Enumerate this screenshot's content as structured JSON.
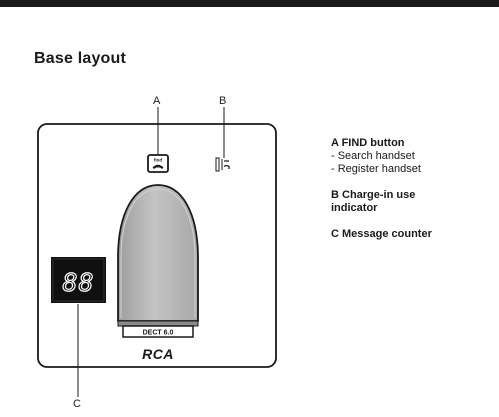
{
  "header": {
    "title": "Base layout"
  },
  "callouts": {
    "a": "A",
    "b": "B",
    "c": "C"
  },
  "device": {
    "find_button_label": "find",
    "counter_display": "88",
    "cradle_label": "DECT 6.0",
    "brand": "RCA"
  },
  "legend": {
    "a": {
      "title": "A  FIND button",
      "items": [
        "- Search handset",
        "- Register handset"
      ]
    },
    "b": {
      "title_line1": "B  Charge-in use",
      "title_line2": "indicator"
    },
    "c": {
      "title": "C Message counter"
    }
  },
  "colors": {
    "ink": "#1a1a1a",
    "display_bg": "#101010",
    "display_digit": "#ffffff",
    "cradle_fill": "#b9b9b9"
  }
}
